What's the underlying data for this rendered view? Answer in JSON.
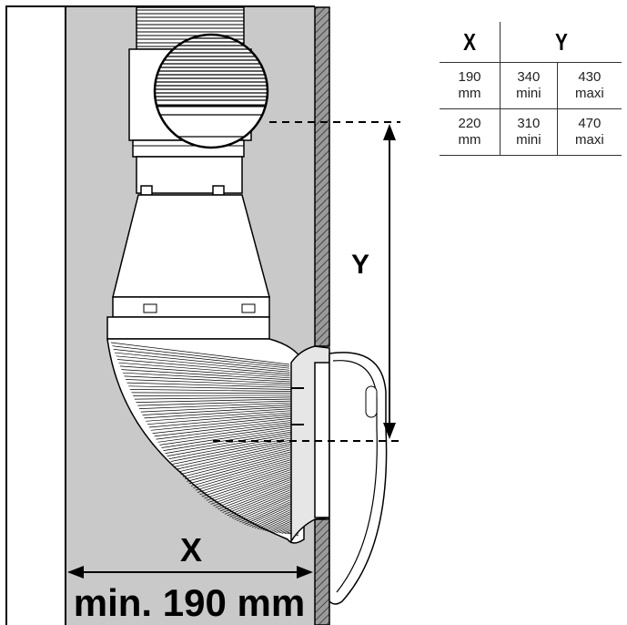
{
  "diagram": {
    "x_label": "X",
    "y_label": "Y",
    "min_width_label": "min. 190 mm"
  },
  "table": {
    "headers": {
      "x": "X",
      "y": "Y"
    },
    "rows": [
      {
        "x_value": "190",
        "x_unit": "mm",
        "y_min": "340",
        "y_min_label": "mini",
        "y_max": "430",
        "y_max_label": "maxi"
      },
      {
        "x_value": "220",
        "x_unit": "mm",
        "y_min": "310",
        "y_min_label": "mini",
        "y_max": "470",
        "y_max_label": "maxi"
      }
    ]
  },
  "colors": {
    "shaft_fill": "#c9c9c9",
    "wall_fill": "#8a8a8a",
    "duct_fill": "#ffffff",
    "line": "#000000"
  }
}
